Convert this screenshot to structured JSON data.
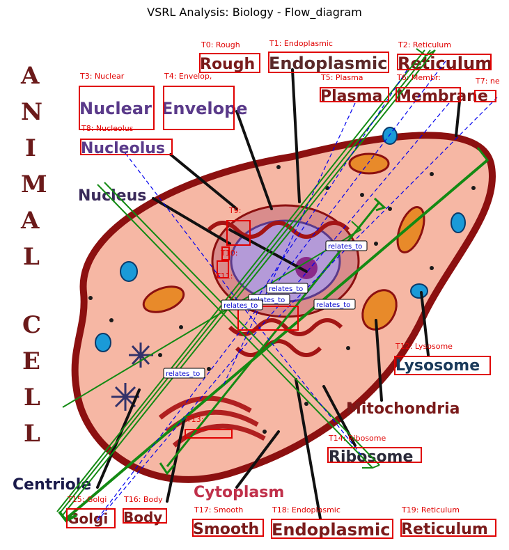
{
  "title": "VSRL Analysis: Biology - Flow_diagram",
  "side_label": {
    "animal": [
      "A",
      "N",
      "I",
      "M",
      "A",
      "L"
    ],
    "cell": [
      "C",
      "E",
      "L",
      "L"
    ]
  },
  "diagram_words": {
    "rough": "Rough",
    "endoplasmic_top": "Endoplasmic",
    "reticulum_top": "Reticulum",
    "nuclear": "Nuclear",
    "envelope": "Envelope",
    "plasma": "Plasma",
    "membrane": "Membrane",
    "nucleolus": "Nucleolus",
    "nucleus": "Nucleus",
    "lysosome": "Lysosome",
    "mitochondria": "Mitochondria",
    "ribosome": "Ribosome",
    "centriole": "Centriole",
    "cytoplasm": "Cytoplasm",
    "golgi": "Golgi",
    "body": "Body",
    "smooth": "Smooth",
    "endoplasmic_bottom": "Endoplasmic",
    "reticulum_bottom": "Reticulum"
  },
  "annotations": [
    "T0: Rough",
    "T1: Endoplasmic",
    "T2: Reticulum",
    "T3: Nuclear",
    "T4: Envelop,",
    "T5: Plasma",
    "T6: Membr:",
    "T7: ne",
    "T8: Nucleolus",
    "T9:",
    "T10:",
    "T11:",
    "T12: Lysosome",
    "T13:",
    "T14: Ribosome",
    "T15: Golgi",
    "T16: Body",
    "T17: Smooth",
    "T18: Endoplasmic",
    "T19: Reticulum"
  ],
  "relation_label": "relates_to",
  "colors": {
    "box": "#e00000",
    "relation_line": "#0000ee",
    "green_line": "#138a13",
    "cell_fill": "#f6b7a4",
    "cell_border": "#8c1010",
    "nucleus_fill": "#b49ad8",
    "word_dark": "#3b2a4a"
  }
}
